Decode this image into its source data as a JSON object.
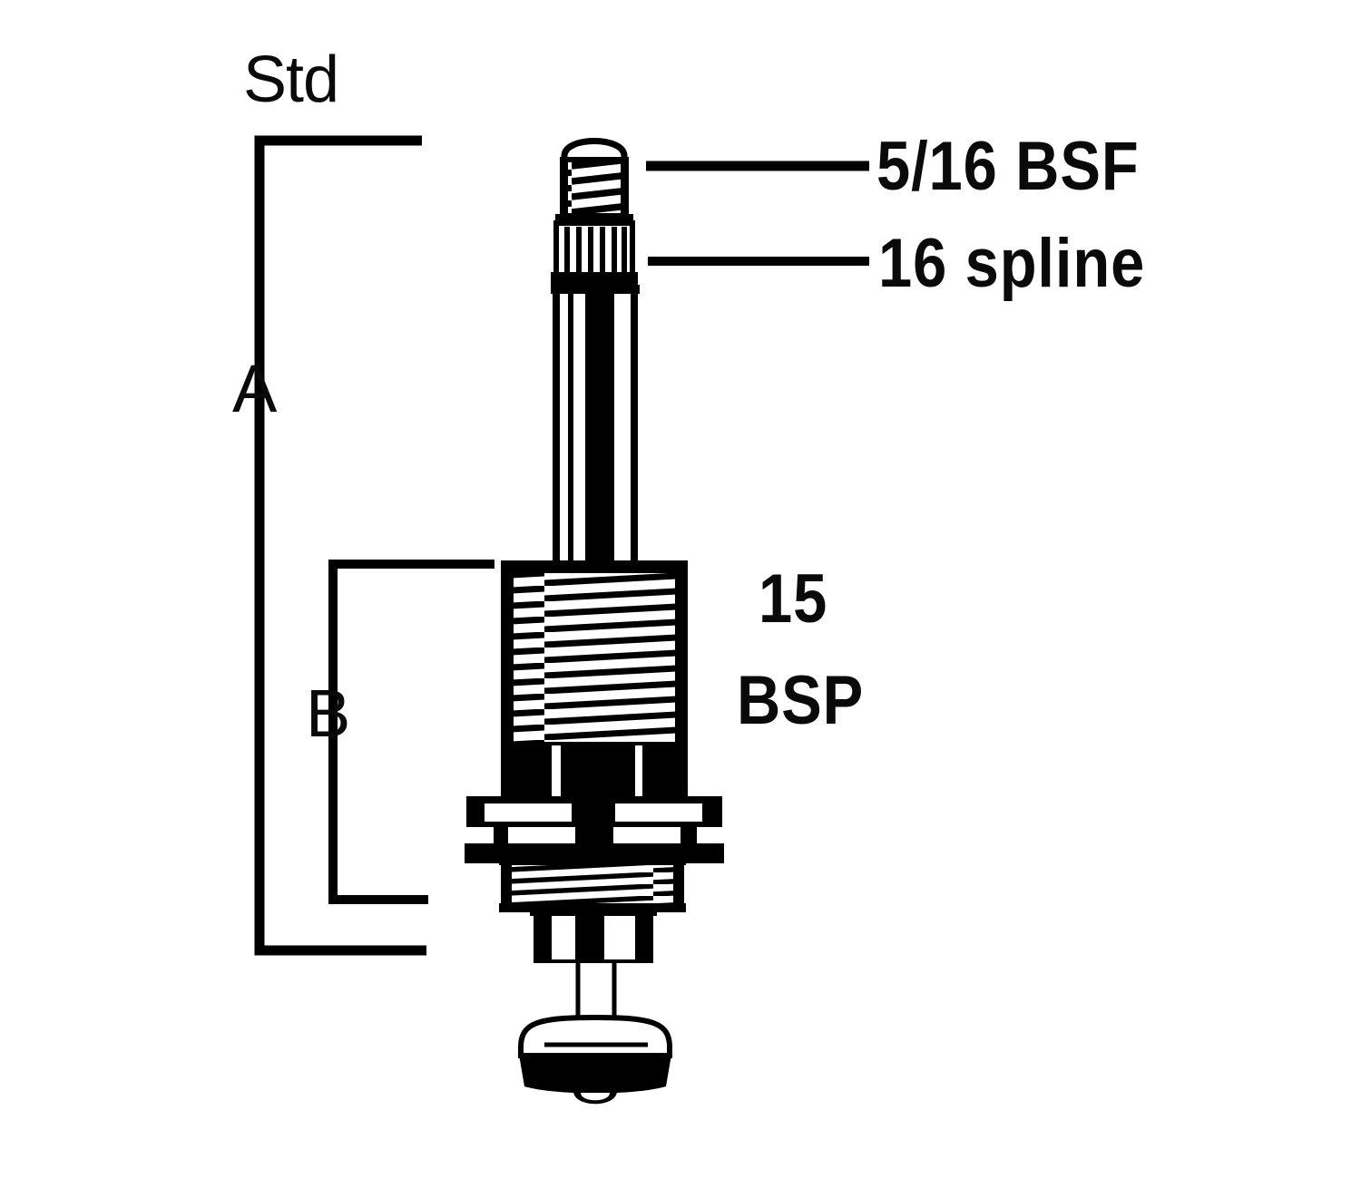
{
  "diagram": {
    "title": "Tap valve headwork dimensioned line drawing",
    "background_color": "#ffffff",
    "ink_color": "#000000"
  },
  "dimensions": {
    "std_label": "Std",
    "a_label": "A",
    "b_label": "B"
  },
  "callouts": {
    "top_thread": "5/16 BSF",
    "spline": "16 spline",
    "body_thread_line1": "15",
    "body_thread_line2": "BSP"
  },
  "chart_data": {
    "type": "table",
    "title": "Tap valve headwork dimensioned line drawing",
    "annotations": [
      {
        "name": "Std",
        "kind": "bracket-title",
        "target": "overall length bracket"
      },
      {
        "name": "A",
        "kind": "dimension",
        "target": "overall length of headwork"
      },
      {
        "name": "B",
        "kind": "dimension",
        "target": "body length below stem shoulder"
      },
      {
        "name": "5/16 BSF",
        "kind": "leader",
        "target": "top threaded stud"
      },
      {
        "name": "16 spline",
        "kind": "leader",
        "target": "splined handle drive"
      },
      {
        "name": "15 BSP",
        "kind": "text",
        "target": "body thread size"
      }
    ]
  }
}
